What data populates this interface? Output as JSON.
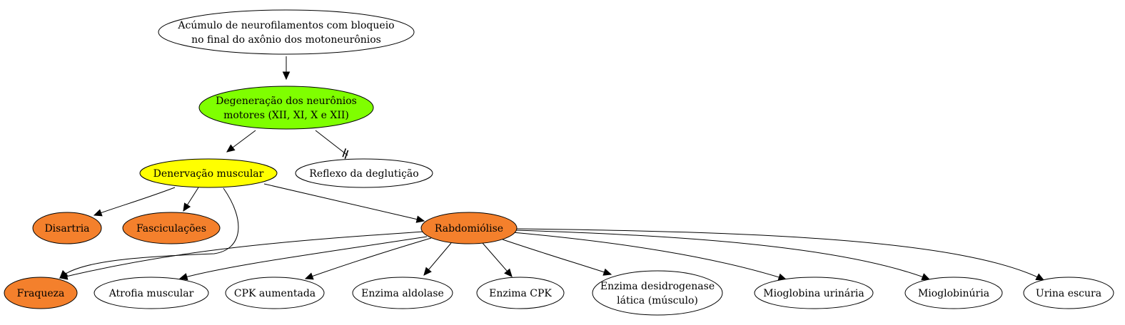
{
  "diagram": {
    "colors": {
      "white": "#ffffff",
      "green": "#7fff00",
      "yellow": "#ffff00",
      "orange": "#f4802c"
    },
    "nodes": [
      {
        "id": "acumulo",
        "lines": [
          "Acúmulo de neurofilamentos com bloqueio",
          "no final do axônio dos motoneurônios"
        ],
        "fill": "white"
      },
      {
        "id": "degeneracao",
        "lines": [
          "Degeneração dos neurônios",
          "motores (XII, XI, X e XII)"
        ],
        "fill": "green"
      },
      {
        "id": "denervacao",
        "lines": [
          "Denervação muscular"
        ],
        "fill": "yellow"
      },
      {
        "id": "reflexo",
        "lines": [
          "Reflexo da deglutição"
        ],
        "fill": "white"
      },
      {
        "id": "disartria",
        "lines": [
          "Disartria"
        ],
        "fill": "orange"
      },
      {
        "id": "fasciculacoes",
        "lines": [
          "Fasciculações"
        ],
        "fill": "orange"
      },
      {
        "id": "rabdomiolise",
        "lines": [
          "Rabdomiólise"
        ],
        "fill": "orange"
      },
      {
        "id": "fraqueza",
        "lines": [
          "Fraqueza"
        ],
        "fill": "orange"
      },
      {
        "id": "atrofia",
        "lines": [
          "Atrofia muscular"
        ],
        "fill": "white"
      },
      {
        "id": "cpk_aumentada",
        "lines": [
          "CPK aumentada"
        ],
        "fill": "white"
      },
      {
        "id": "aldolase",
        "lines": [
          "Enzima aldolase"
        ],
        "fill": "white"
      },
      {
        "id": "cpk",
        "lines": [
          "Enzima CPK"
        ],
        "fill": "white"
      },
      {
        "id": "desidrogenase",
        "lines": [
          "Enzima desidrogenase",
          "lática (músculo)"
        ],
        "fill": "white"
      },
      {
        "id": "mioglobina_urinaria",
        "lines": [
          "Mioglobina urinária"
        ],
        "fill": "white"
      },
      {
        "id": "mioglobinuria",
        "lines": [
          "Mioglobinúria"
        ],
        "fill": "white"
      },
      {
        "id": "urina_escura",
        "lines": [
          "Urina escura"
        ],
        "fill": "white"
      }
    ],
    "edges": [
      {
        "from": "acumulo",
        "to": "degeneracao",
        "type": "increase"
      },
      {
        "from": "degeneracao",
        "to": "denervacao",
        "type": "increase"
      },
      {
        "from": "degeneracao",
        "to": "reflexo",
        "type": "decrease"
      },
      {
        "from": "denervacao",
        "to": "disartria",
        "type": "increase"
      },
      {
        "from": "denervacao",
        "to": "fasciculacoes",
        "type": "increase"
      },
      {
        "from": "denervacao",
        "to": "rabdomiolise",
        "type": "increase"
      },
      {
        "from": "denervacao",
        "to": "fraqueza",
        "type": "increase"
      },
      {
        "from": "rabdomiolise",
        "to": "fraqueza",
        "type": "increase"
      },
      {
        "from": "rabdomiolise",
        "to": "atrofia",
        "type": "increase"
      },
      {
        "from": "rabdomiolise",
        "to": "cpk_aumentada",
        "type": "increase"
      },
      {
        "from": "rabdomiolise",
        "to": "aldolase",
        "type": "increase"
      },
      {
        "from": "rabdomiolise",
        "to": "cpk",
        "type": "increase"
      },
      {
        "from": "rabdomiolise",
        "to": "desidrogenase",
        "type": "increase"
      },
      {
        "from": "rabdomiolise",
        "to": "mioglobina_urinaria",
        "type": "increase"
      },
      {
        "from": "rabdomiolise",
        "to": "mioglobinuria",
        "type": "increase"
      },
      {
        "from": "rabdomiolise",
        "to": "urina_escura",
        "type": "increase"
      }
    ]
  }
}
